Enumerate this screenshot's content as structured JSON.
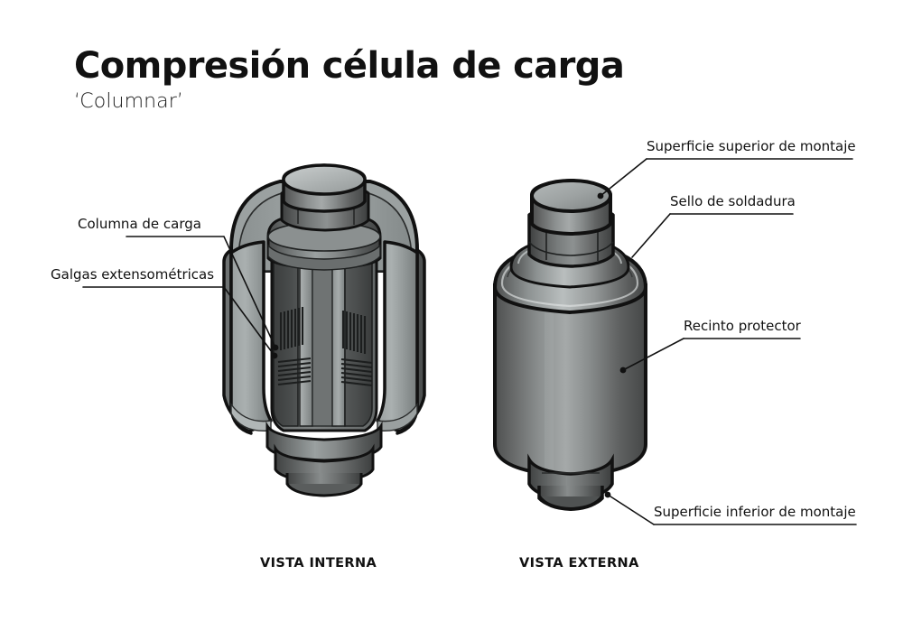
{
  "document": {
    "title": "Compresión célula de carga",
    "subtitle": "‘Columnar’",
    "background_color": "#ffffff",
    "text_color": "#111111"
  },
  "labels": {
    "load_column": "Columna de carga",
    "strain_gauges": "Galgas extensométricas",
    "top_mounting_surface": "Superficie superior de montaje",
    "weld_seal": "Sello de soldadura",
    "protective_enclosure": "Recinto protector",
    "bottom_mounting_surface": "Superficie inferior de montaje"
  },
  "views": {
    "internal_caption": "VISTA INTERNA",
    "external_caption": "VISTA EXTERNA"
  },
  "palette": {
    "outline": "#111111",
    "metal_dark": "#4a4a4a",
    "metal_mid": "#7d7f7f",
    "metal_light": "#b4b8b8",
    "metal_highlight": "#cdd1d1",
    "cutaway_inner": "#8f9595",
    "gauge_dark": "#3a3c3c"
  }
}
